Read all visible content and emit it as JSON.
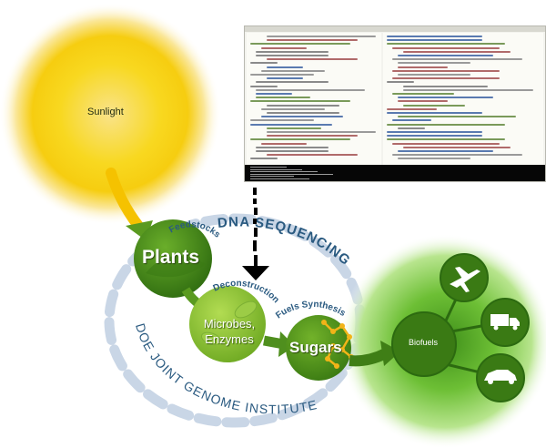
{
  "nodes": {
    "sun": "Sunlight",
    "plants": "Plants",
    "microbes": "Microbes, Enzymes",
    "sugars": "Sugars",
    "biofuels": "Biofuels"
  },
  "stage_labels": {
    "feedstocks": "Feedstocks",
    "deconstruction": "Deconstruction",
    "fuels_synthesis": "Fuels Synthesis"
  },
  "ring_labels": {
    "top": "DNA SEQUENCING",
    "bottom": "DOE JOINT GENOME INSTITUTE"
  },
  "end_uses": [
    "airplane-icon",
    "truck-icon",
    "car-icon"
  ],
  "colors": {
    "sun_core": "#f8d81a",
    "green_dark": "#3f7e16",
    "green_light": "#8cc63f",
    "arrow_green": "#4f8f1e",
    "ring_dash": "#c9d6e6",
    "label_blue": "#2a5a80"
  }
}
